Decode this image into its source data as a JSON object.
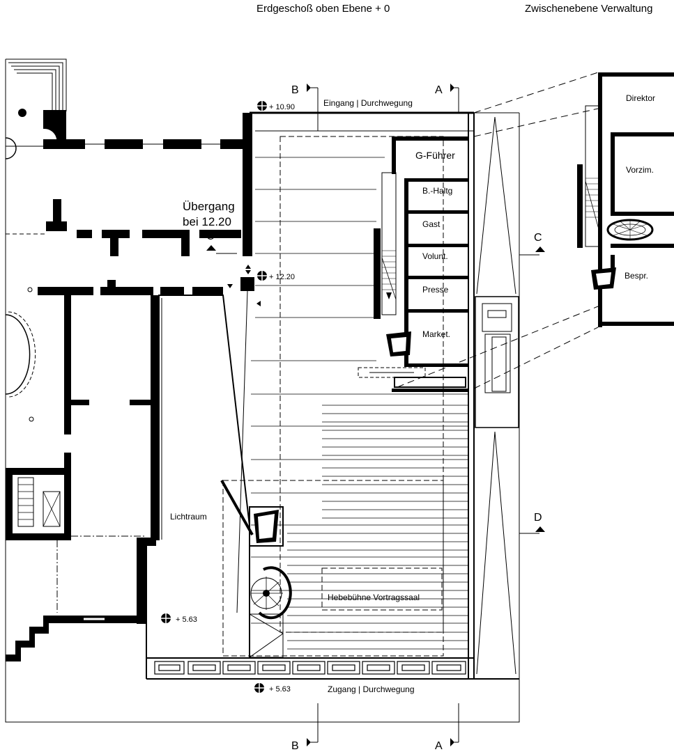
{
  "header": {
    "title_left": "Erdgeschoß oben  Ebene  + 0",
    "title_right": "Zwischenebene Verwaltung"
  },
  "sections": {
    "b_top": "B",
    "a_top": "A",
    "b_bottom": "B",
    "a_bottom": "A",
    "c_left": "C",
    "c_right": "C",
    "d_right": "D"
  },
  "labels": {
    "eingang": "Eingang | Durchwegung",
    "zugang": "Zugang | Durchwegung",
    "uebergang_1": "Übergang",
    "uebergang_2": "bei 12.20",
    "lichtraum": "Lichtraum",
    "hebebuehne": "Hebebühne Vortragssaal"
  },
  "levels": {
    "top": "+ 10.90",
    "mid": "+ 12.20",
    "left_low": "+ 5.63",
    "bottom": "+ 5.63"
  },
  "rooms": {
    "g_fuehrer": "G-Führer",
    "b_haltg": "B.-Haltg",
    "gast": "Gast",
    "volunt": "Volunt.",
    "presse": "Presse",
    "market": "Market.",
    "direktor": "Direktor",
    "vorzim": "Vorzim.",
    "bespr": "Bespr."
  }
}
